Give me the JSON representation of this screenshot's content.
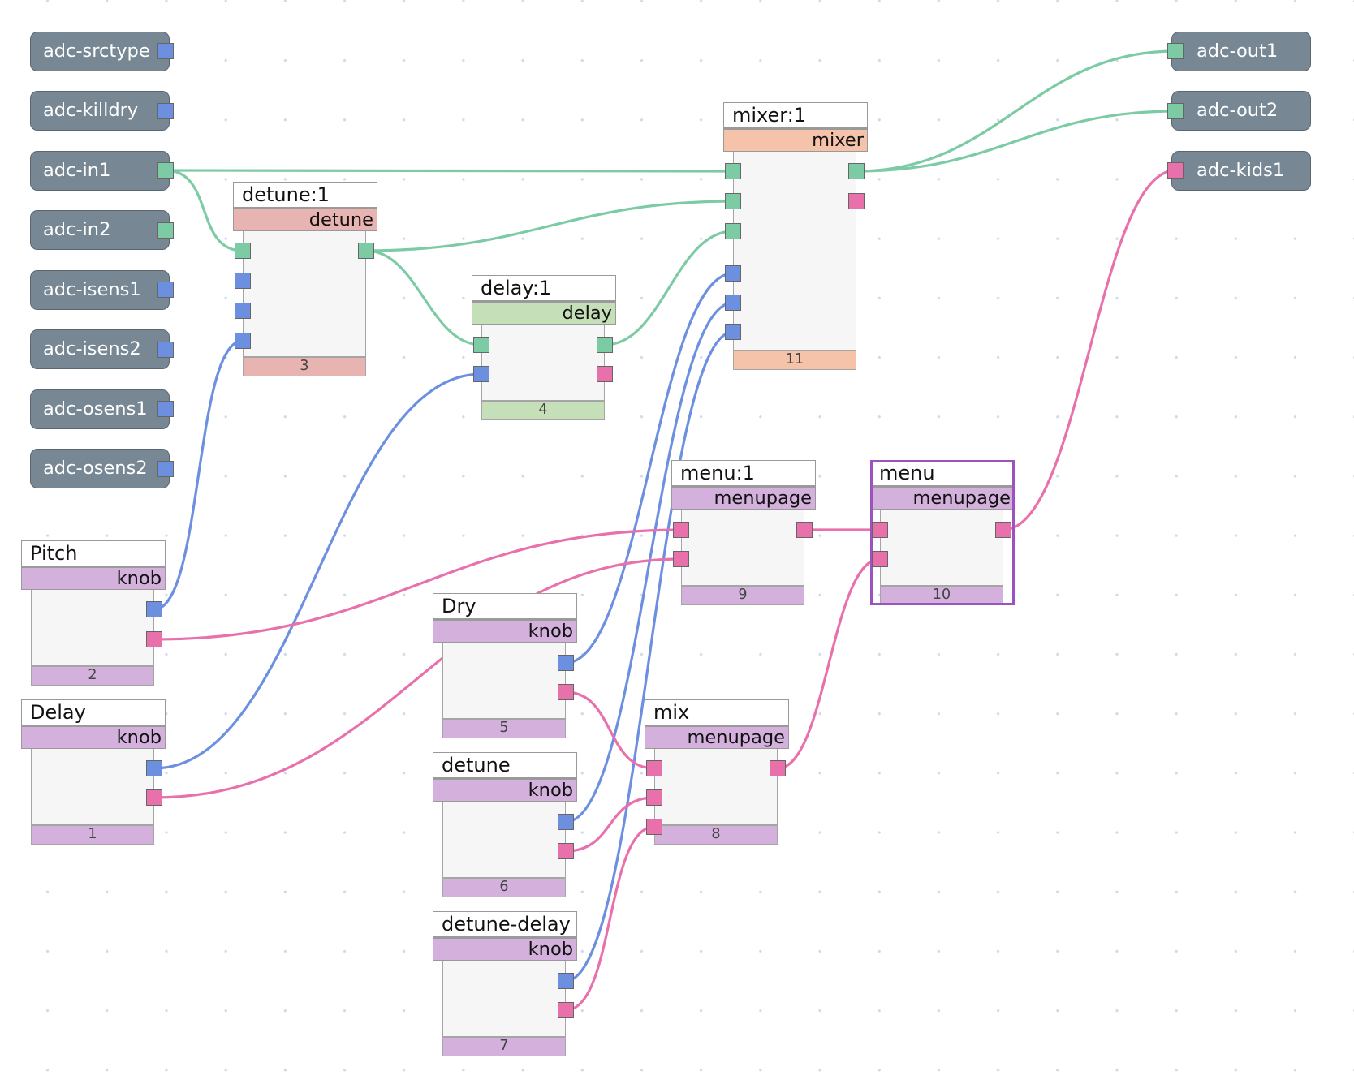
{
  "colors": {
    "audio": "#7ccba5",
    "control": "#6d8fe0",
    "menu": "#e870ab",
    "io_fill": "#778794",
    "detune_header": "#e8b4b1",
    "delay_header": "#c5dfb9",
    "mixer_header": "#f5c2aa",
    "knob_header": "#d4b1dc",
    "selection": "#9d52bd"
  },
  "inputs": [
    {
      "label": "adc-srctype",
      "port": "control"
    },
    {
      "label": "adc-killdry",
      "port": "control"
    },
    {
      "label": "adc-in1",
      "port": "audio"
    },
    {
      "label": "adc-in2",
      "port": "audio"
    },
    {
      "label": "adc-isens1",
      "port": "control"
    },
    {
      "label": "adc-isens2",
      "port": "control"
    },
    {
      "label": "adc-osens1",
      "port": "control"
    },
    {
      "label": "adc-osens2",
      "port": "control"
    }
  ],
  "outputs": [
    {
      "label": "adc-out1",
      "port": "audio"
    },
    {
      "label": "adc-out2",
      "port": "audio"
    },
    {
      "label": "adc-kids1",
      "port": "menu"
    }
  ],
  "modules": [
    {
      "id": "detune1",
      "title": "detune:1",
      "type": "detune",
      "number": "3",
      "theme": "detune",
      "inputs": [
        "audio",
        "control",
        "control",
        "control"
      ],
      "outputs": [
        "audio"
      ]
    },
    {
      "id": "delay1",
      "title": "delay:1",
      "type": "delay",
      "number": "4",
      "theme": "delay",
      "inputs": [
        "audio",
        "control"
      ],
      "outputs": [
        "audio",
        "menu"
      ]
    },
    {
      "id": "mixer1",
      "title": "mixer:1",
      "type": "mixer",
      "number": "11",
      "theme": "mixer",
      "inputs": [
        "audio",
        "audio",
        "audio",
        "control",
        "control",
        "control"
      ],
      "outputs": [
        "audio",
        "menu"
      ]
    },
    {
      "id": "menu1",
      "title": "menu:1",
      "type": "menupage",
      "number": "9",
      "theme": "knob",
      "inputs": [
        "menu",
        "menu"
      ],
      "outputs": [
        "menu"
      ]
    },
    {
      "id": "menu",
      "title": "menu",
      "type": "menupage",
      "number": "10",
      "theme": "knob",
      "selected": true,
      "inputs": [
        "menu",
        "menu"
      ],
      "outputs": [
        "menu"
      ]
    },
    {
      "id": "pitch",
      "title": "Pitch",
      "type": "knob",
      "number": "2",
      "theme": "knob",
      "inputs": [],
      "outputs": [
        "control",
        "menu"
      ]
    },
    {
      "id": "delayknob",
      "title": "Delay",
      "type": "knob",
      "number": "1",
      "theme": "knob",
      "inputs": [],
      "outputs": [
        "control",
        "menu"
      ]
    },
    {
      "id": "dry",
      "title": "Dry",
      "type": "knob",
      "number": "5",
      "theme": "knob",
      "inputs": [],
      "outputs": [
        "control",
        "menu"
      ]
    },
    {
      "id": "detuneknob",
      "title": "detune",
      "type": "knob",
      "number": "6",
      "theme": "knob",
      "inputs": [],
      "outputs": [
        "control",
        "menu"
      ]
    },
    {
      "id": "detunedelay",
      "title": "detune-delay",
      "type": "knob",
      "number": "7",
      "theme": "knob",
      "inputs": [],
      "outputs": [
        "control",
        "menu"
      ]
    },
    {
      "id": "mix",
      "title": "mix",
      "type": "menupage",
      "number": "8",
      "theme": "knob",
      "inputs": [
        "menu",
        "menu",
        "menu"
      ],
      "outputs": [
        "menu"
      ]
    }
  ],
  "connections": [
    {
      "from": "adc-in1.out0",
      "to": "mixer1.in0",
      "kind": "audio"
    },
    {
      "from": "adc-in1.out0",
      "to": "detune1.in0",
      "kind": "audio"
    },
    {
      "from": "detune1.out0",
      "to": "mixer1.in1",
      "kind": "audio"
    },
    {
      "from": "detune1.out0",
      "to": "delay1.in0",
      "kind": "audio"
    },
    {
      "from": "delay1.out0",
      "to": "mixer1.in2",
      "kind": "audio"
    },
    {
      "from": "mixer1.out0",
      "to": "adc-out1.in0",
      "kind": "audio"
    },
    {
      "from": "mixer1.out0",
      "to": "adc-out2.in0",
      "kind": "audio"
    },
    {
      "from": "pitch.out0",
      "to": "detune1.in3",
      "kind": "control"
    },
    {
      "from": "delayknob.out0",
      "to": "delay1.in1",
      "kind": "control"
    },
    {
      "from": "dry.out0",
      "to": "mixer1.in3",
      "kind": "control"
    },
    {
      "from": "detuneknob.out0",
      "to": "mixer1.in4",
      "kind": "control"
    },
    {
      "from": "detunedelay.out0",
      "to": "mixer1.in5",
      "kind": "control"
    },
    {
      "from": "pitch.out1",
      "to": "menu1.in0",
      "kind": "menu"
    },
    {
      "from": "delayknob.out1",
      "to": "menu1.in1",
      "kind": "menu"
    },
    {
      "from": "menu1.out0",
      "to": "menu.in0",
      "kind": "menu"
    },
    {
      "from": "mix.out0",
      "to": "menu.in1",
      "kind": "menu"
    },
    {
      "from": "menu.out0",
      "to": "adc-kids1.in0",
      "kind": "menu"
    },
    {
      "from": "dry.out1",
      "to": "mix.in0",
      "kind": "menu"
    },
    {
      "from": "detuneknob.out1",
      "to": "mix.in1",
      "kind": "menu"
    },
    {
      "from": "detunedelay.out1",
      "to": "mix.in2",
      "kind": "menu"
    }
  ]
}
